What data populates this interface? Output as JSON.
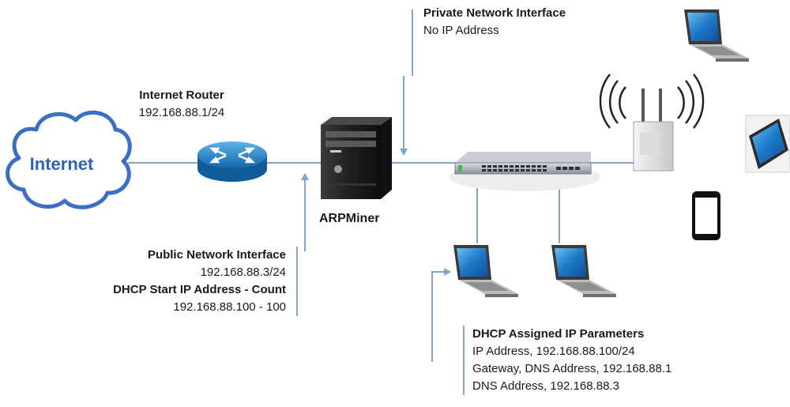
{
  "cloud": {
    "label": "Internet"
  },
  "router": {
    "title": "Internet Router",
    "address": "192.168.88.1/24"
  },
  "server": {
    "title": "ARPMiner"
  },
  "private_if": {
    "title": "Private Network Interface",
    "detail": "No IP Address"
  },
  "public_if": {
    "title": "Public Network Interface",
    "address": "192.168.88.3/24",
    "dhcp_title": "DHCP Start IP Address - Count",
    "dhcp_range": "192.168.88.100 - 100"
  },
  "dhcp_params": {
    "title": "DHCP Assigned IP Parameters",
    "ip": "IP Address, 192.168.88.100/24",
    "gateway": "Gateway, DNS Address, 192.168.88.1",
    "dns": "DNS Address, 192.168.88.3"
  },
  "icons": [
    "cloud-icon",
    "router-icon",
    "server-tower-icon",
    "network-switch-icon",
    "laptop-icon",
    "wireless-access-point-icon",
    "tablet-icon",
    "smartphone-icon"
  ],
  "colors": {
    "line": "#7ea6cf",
    "cloud_stroke": "#3a6fc4",
    "router_fill": "#2a86c8",
    "screen": "#1d6fc2"
  }
}
